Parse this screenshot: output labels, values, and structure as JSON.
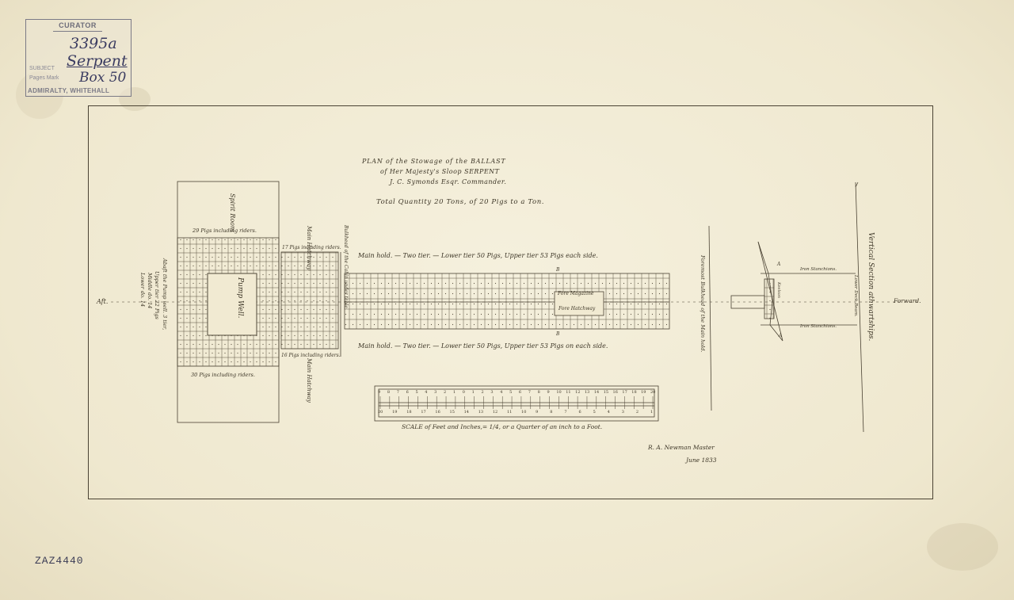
{
  "stamp": {
    "header": "CURATOR",
    "label_subject": "SUBJECT",
    "label_pages": "Pages Mark",
    "footer": "ADMIRALTY, WHITEHALL",
    "number": "3395a",
    "ship": "Serpent",
    "box": "Box 50"
  },
  "title": {
    "line1": "PLAN of the Stowage of the BALLAST",
    "line2": "of Her Majesty's Sloop SERPENT",
    "line3": "J. C. Symonds Esqr. Commander.",
    "line4": "Total Quantity 20 Tons, of 20 Pigs to a Ton."
  },
  "labels": {
    "aft": "Aft.",
    "forward": "Forward.",
    "spirit_room": "Spirit Room",
    "pigs_29": "29 Pigs including riders.",
    "pigs_30": "30 Pigs including riders.",
    "pump_well": "Pump Well.",
    "abaft_pump": "Abaft the Pump well. 3 tier,",
    "upper_tier": "Upper tier 22 Pigs",
    "middle": "Middle do. 14",
    "lower": "Lower do. 14",
    "main_hatchway": "Main Hatchway",
    "pigs_17": "17 Pigs including riders.",
    "pigs_16": "16 Pigs including riders.",
    "bulkhead_cabin": "Bulkhead of the Cabin under table.",
    "main_hold_top": "Main hold. — Two tier. — Lower tier 50 Pigs, Upper tier 53 Pigs each side.",
    "main_hold_bottom": "Main hold. — Two tier. — Lower tier 50 Pigs, Upper tier 53 Pigs on each side.",
    "fore_magazine": "Fore Magazine",
    "fore_hatchway": "Fore Hatchway",
    "fore_bulkhead": "Foremost Bulkhead of the Main hold.",
    "vertical_section": "Vertical Section athwartships.",
    "iron_stanchions_top": "Iron Stanchions.",
    "iron_stanchions_bottom": "Iron Stanchions.",
    "lower_deck_beam": "Lower Deck Beam.",
    "keelson": "Keelson",
    "mark_a_top": "A",
    "mark_b_top": "B",
    "mark_b": "B",
    "mark_a": "A",
    "scale_caption": "SCALE of Feet and Inches,= 1/4, or a Quarter of an inch to a Foot.",
    "signature": "R. A. Newman Master",
    "date": "June 1833",
    "catalogue_ref": "ZAZ4440"
  },
  "scale": {
    "top_numbers": [
      "9",
      "8",
      "7",
      "6",
      "5",
      "4",
      "3",
      "2",
      "1",
      "0",
      "1",
      "2",
      "3",
      "4",
      "5",
      "6",
      "7",
      "8",
      "9",
      "10",
      "11",
      "12",
      "13",
      "14",
      "15",
      "16",
      "17",
      "18",
      "19",
      "20"
    ],
    "bottom_numbers": [
      "20",
      "19",
      "18",
      "17",
      "16",
      "15",
      "14",
      "13",
      "12",
      "11",
      "10",
      "9",
      "8",
      "7",
      "6",
      "5",
      "4",
      "3",
      "2",
      "1"
    ]
  },
  "colors": {
    "paper": "#f2ecd6",
    "ink": "#3c3526",
    "stamp_ink": "#7b7a86",
    "pencil": "#3a3b60"
  }
}
